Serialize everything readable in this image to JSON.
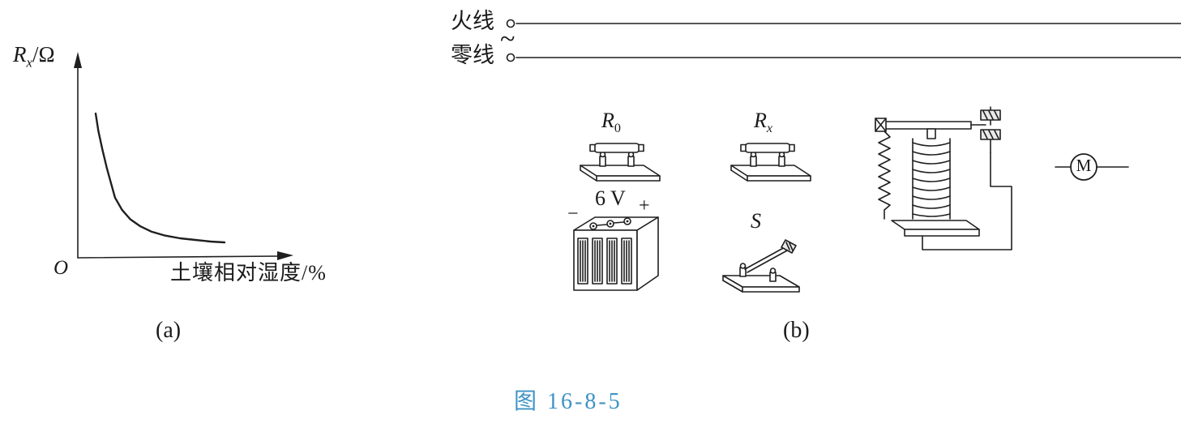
{
  "figure_caption": {
    "text": "图 16-8-5",
    "color": "#3f93c6"
  },
  "panel_a": {
    "label": "(a)",
    "y_axis": {
      "base": "R",
      "sub": "x",
      "unit": "/Ω"
    },
    "x_axis_label": "土壤相对湿度/%",
    "origin_label": "O"
  },
  "panel_b": {
    "label": "(b)",
    "live_wire_label": "火线",
    "neutral_wire_label": "零线",
    "ac_source_symbol": "~",
    "resistor_r0_label": {
      "base": "R",
      "sub": "0"
    },
    "resistor_rx_label": {
      "base": "R",
      "sub": "x"
    },
    "battery": {
      "voltage_label": "6 V",
      "plus_terminal": "+",
      "minus_terminal": "−"
    },
    "switch_label": "S",
    "motor_label": "M"
  },
  "chart_data": {
    "type": "line",
    "title": "",
    "xlabel": "土壤相对湿度/%",
    "ylabel": "Rx/Ω",
    "x": [
      5,
      7,
      10,
      13,
      16,
      19,
      24,
      30,
      37,
      45,
      55,
      66,
      77,
      88,
      98
    ],
    "y": [
      100,
      87,
      73,
      60,
      49,
      38,
      29,
      22,
      17,
      13,
      10,
      8,
      6.8,
      5.6,
      5
    ],
    "grid": false,
    "legend": false,
    "note": "Qualitative curve: sensor resistance Rx falls steeply then levels off as soil relative humidity rises; axes carry no numeric tick labels, values are shape estimates."
  }
}
